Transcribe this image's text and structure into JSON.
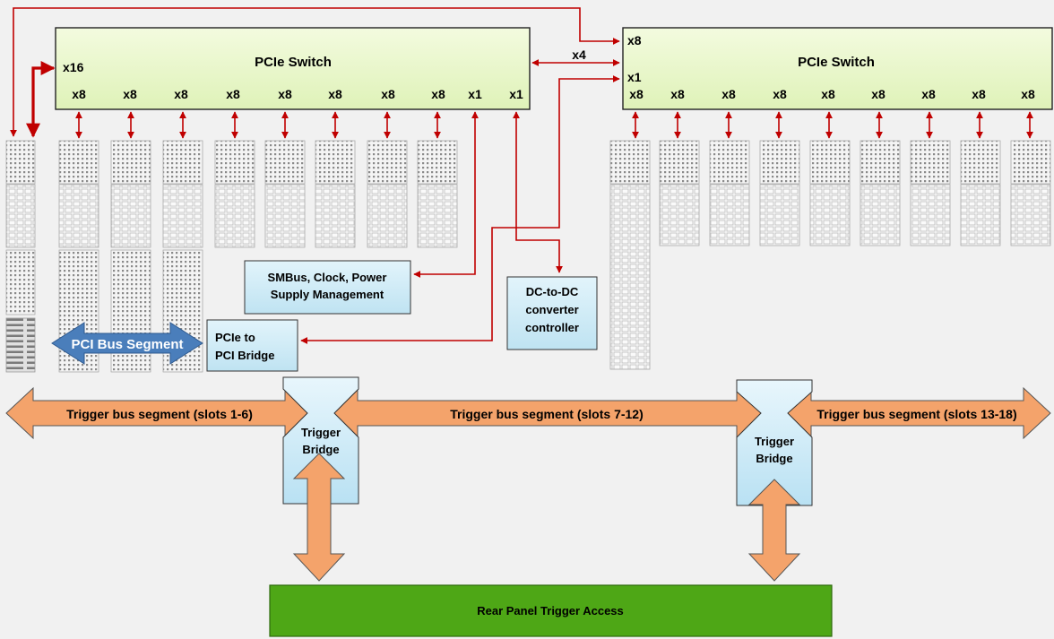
{
  "switch_left": {
    "title": "PCIe Switch",
    "uplink": "x16",
    "ports": [
      "x8",
      "x8",
      "x8",
      "x8",
      "x8",
      "x8",
      "x8",
      "x8",
      "x1",
      "x1"
    ]
  },
  "switch_right": {
    "title": "PCIe Switch",
    "input_top": "x8",
    "input_mid": "x1",
    "ports": [
      "x8",
      "x8",
      "x8",
      "x8",
      "x8",
      "x8",
      "x8",
      "x8",
      "x8"
    ]
  },
  "link_between": "x4",
  "smbus_box": {
    "line1": "SMBus, Clock, Power",
    "line2": "Supply Management"
  },
  "dcdc_box": {
    "line1": "DC-to-DC",
    "line2": "converter",
    "line3": "controller"
  },
  "bridge_box": {
    "line1": "PCIe to",
    "line2": "PCI Bridge"
  },
  "pci_bus": "PCI Bus Segment",
  "trigger_segments": [
    "Trigger bus segment (slots 1-6)",
    "Trigger bus segment (slots 7-12)",
    "Trigger bus segment (slots 13-18)"
  ],
  "trigger_bridges": [
    {
      "line1": "Trigger",
      "line2": "Bridge"
    },
    {
      "line1": "Trigger",
      "line2": "Bridge"
    }
  ],
  "rear_panel": "Rear Panel Trigger Access",
  "colors": {
    "switch_fill": "#e9f7c8",
    "box_fill": "#cdebf7",
    "link_red": "#c00000",
    "trigger_orange": "#f4a36b",
    "pci_blue": "#4a7ebb",
    "rear_green": "#4ea716"
  }
}
